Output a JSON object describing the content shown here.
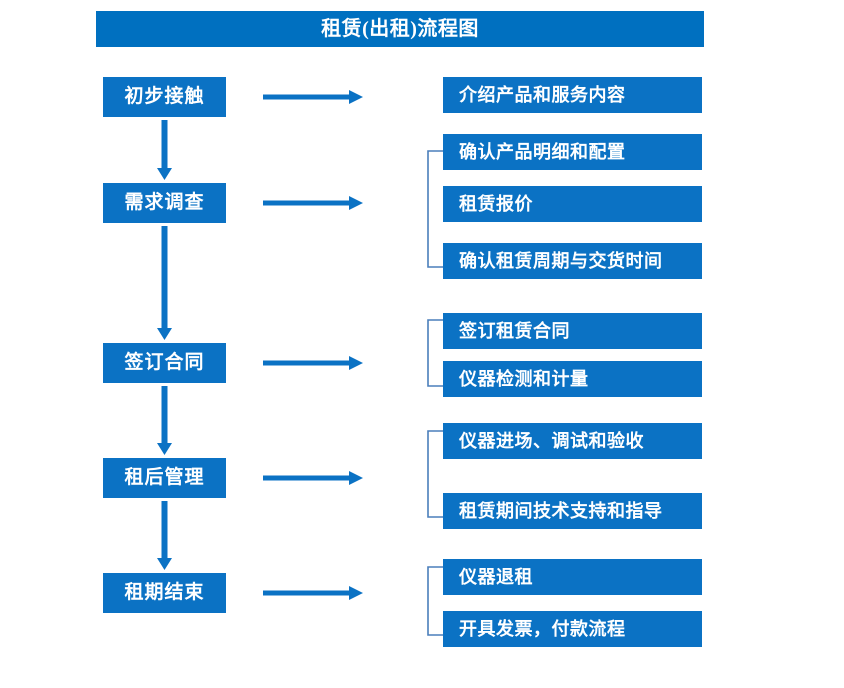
{
  "title": {
    "text": "租赁(出租)流程图"
  },
  "colors": {
    "banner_fill": "#0070c0",
    "box_fill": "#0b72c4",
    "arrow": "#0b72c4",
    "bracket": "#4a7ebb",
    "box_text": "#ffffff",
    "background": "#ffffff"
  },
  "stages": [
    {
      "label": "初步接触"
    },
    {
      "label": "需求调查"
    },
    {
      "label": "签订合同"
    },
    {
      "label": "租后管理"
    },
    {
      "label": "租期结束"
    }
  ],
  "details": [
    {
      "label": "介绍产品和服务内容"
    },
    {
      "label": "确认产品明细和配置"
    },
    {
      "label": "租赁报价"
    },
    {
      "label": "确认租赁周期与交货时间"
    },
    {
      "label": "签订租赁合同"
    },
    {
      "label": "仪器检测和计量"
    },
    {
      "label": "仪器进场、调试和验收"
    },
    {
      "label": "租赁期间技术支持和指导"
    },
    {
      "label": "仪器退租"
    },
    {
      "label": "开具发票，付款流程"
    }
  ],
  "connectors": {
    "horizontal_arrow_count": 5,
    "vertical_arrow_count": 4,
    "bracket_count": 4
  }
}
